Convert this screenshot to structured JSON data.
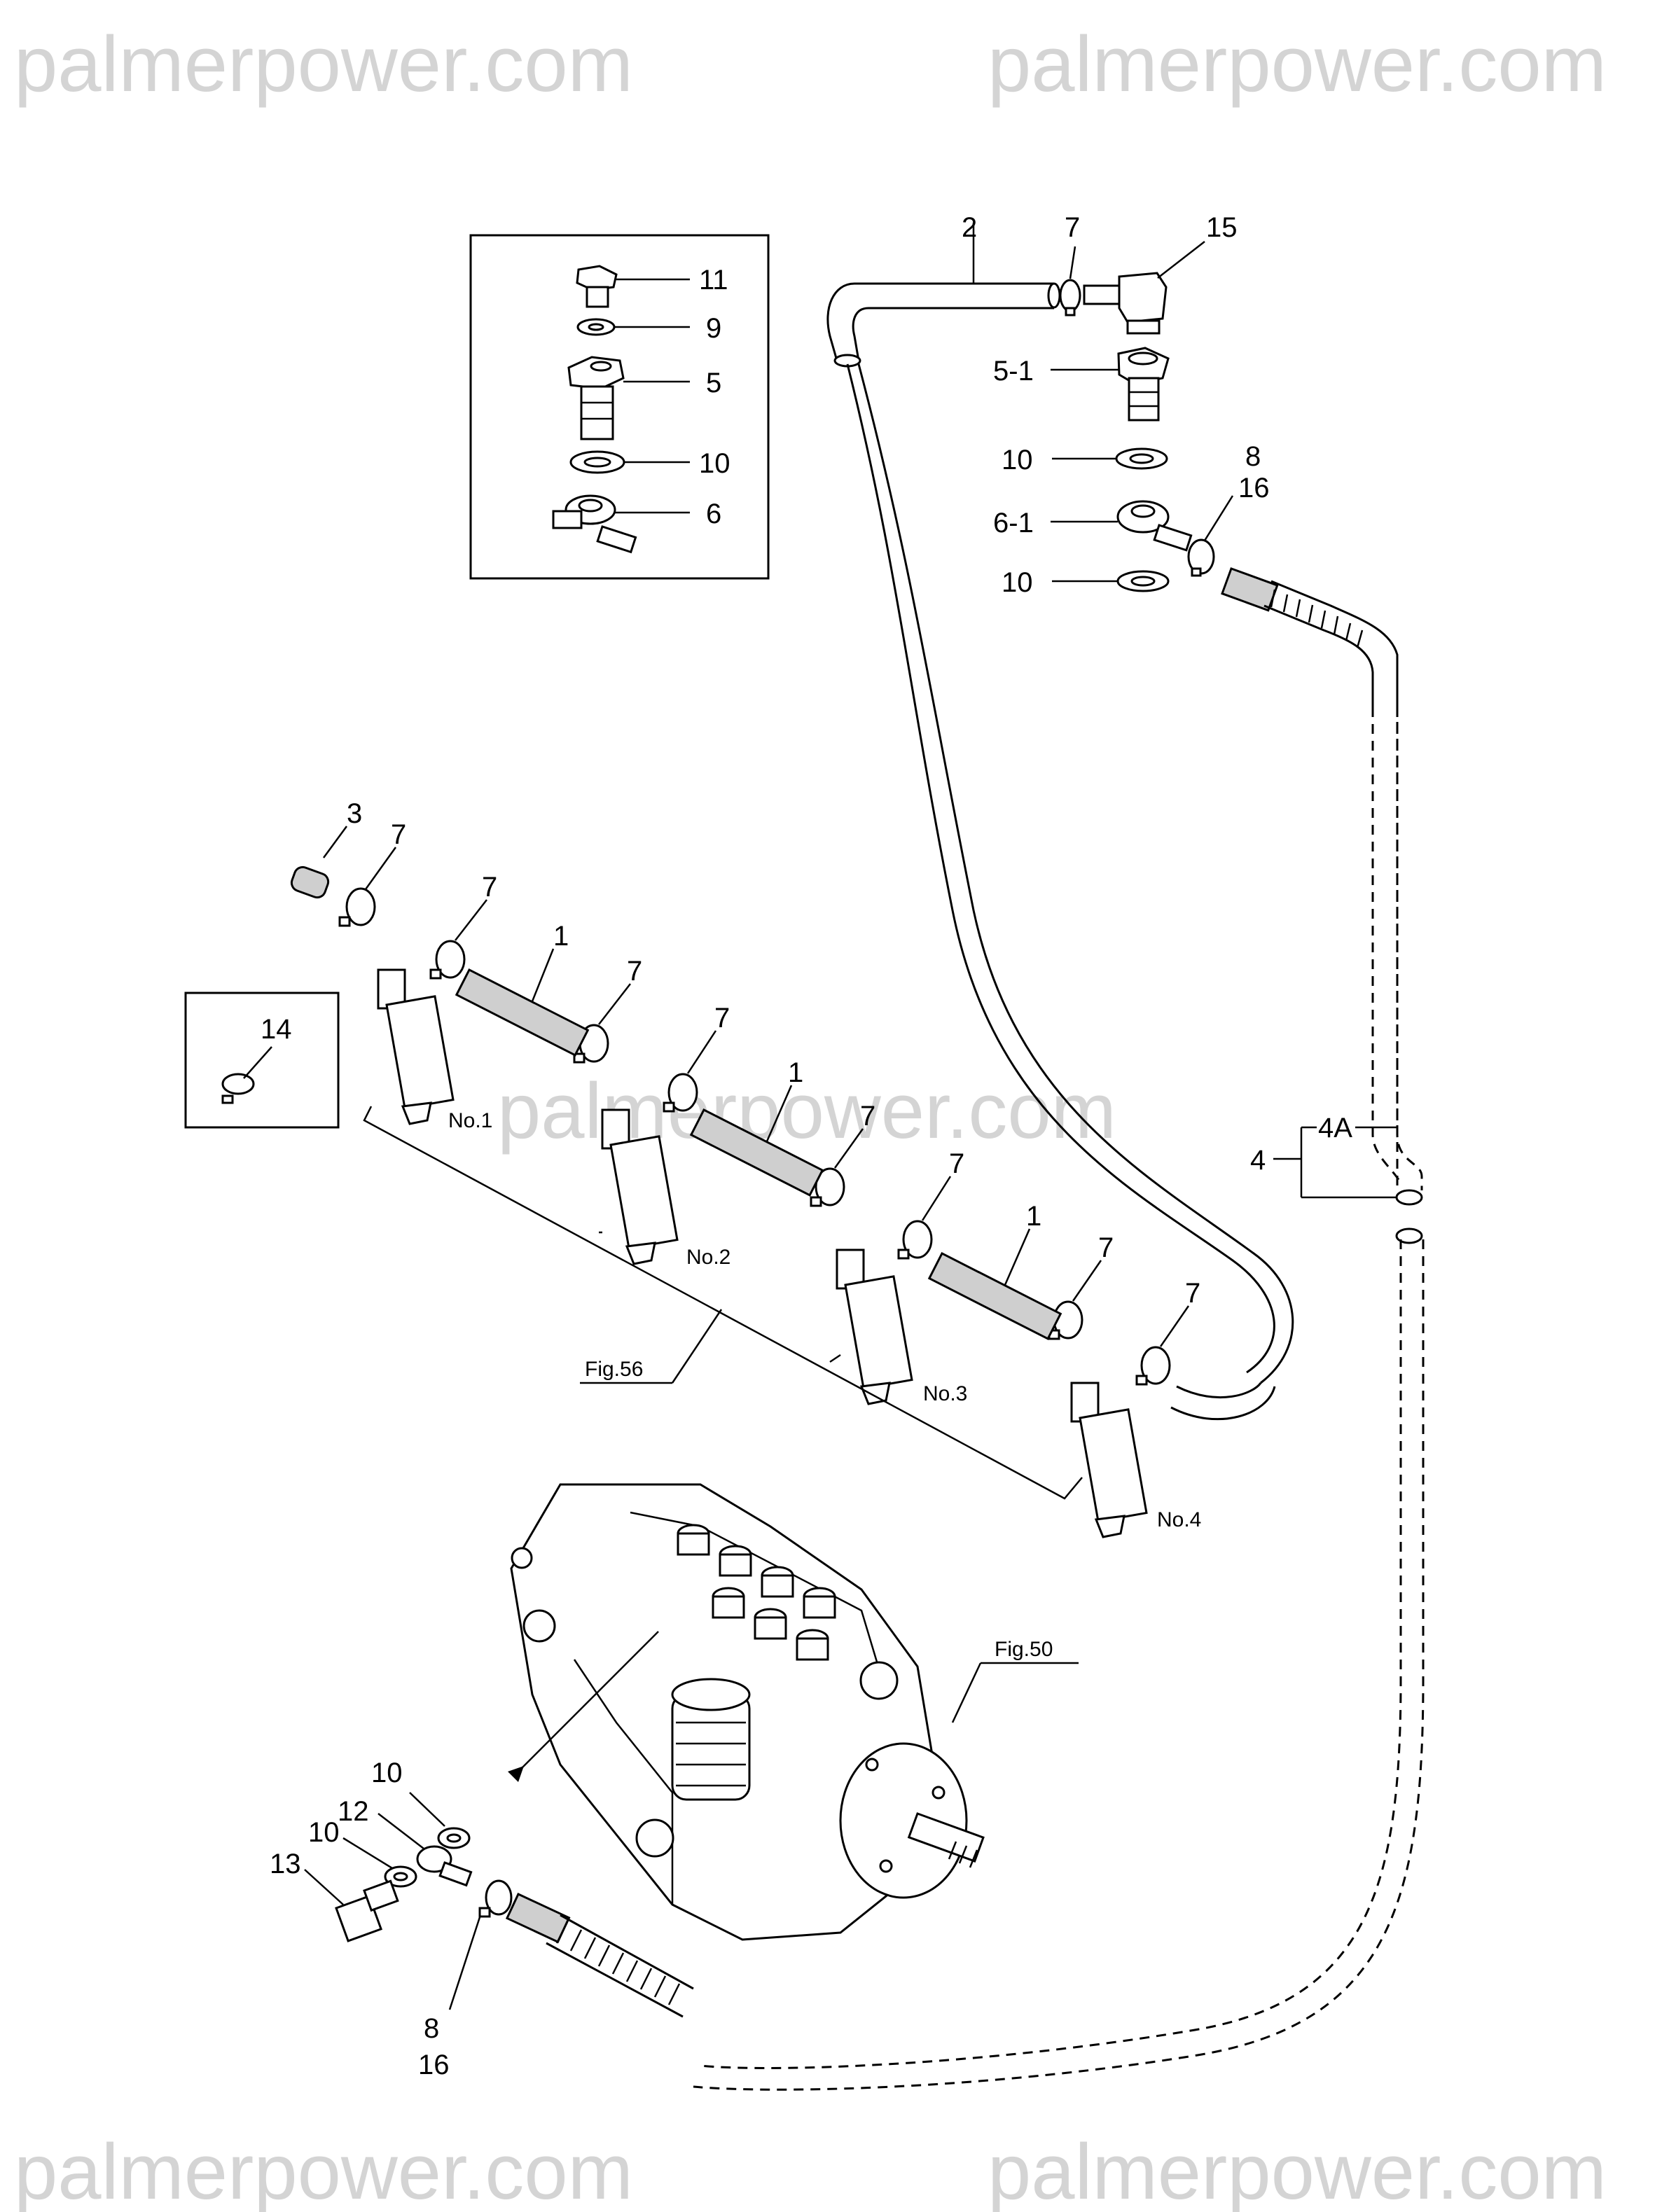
{
  "watermarks": [
    "palmerpower.com",
    "palmerpower.com",
    "palmerpower.com",
    "palmerpower.com",
    "palmerpower.com"
  ],
  "callouts": {
    "inset_11": "11",
    "inset_9": "9",
    "inset_5": "5",
    "inset_10": "10",
    "inset_6": "6",
    "c2": "2",
    "c7_top": "7",
    "c15": "15",
    "c5_1": "5-1",
    "c10_a": "10",
    "c6_1": "6-1",
    "c8_top": "8",
    "c16_top": "16",
    "c10_b": "10",
    "c3": "3",
    "c7_a": "7",
    "c7_b": "7",
    "c1_a": "1",
    "c7_c": "7",
    "c7_d": "7",
    "c1_b": "1",
    "c7_e": "7",
    "c7_f": "7",
    "c1_c": "1",
    "c7_g": "7",
    "c7_h": "7",
    "c14": "14",
    "c4": "4",
    "c4a": "4A",
    "c10_c": "10",
    "c12": "12",
    "c10_d": "10",
    "c13": "13",
    "c8_bot": "8",
    "c16_bot": "16"
  },
  "labels": {
    "no1": "No.1",
    "no2": "No.2",
    "no3": "No.3",
    "no4": "No.4",
    "fig56": "Fig.56",
    "fig50": "Fig.50"
  }
}
